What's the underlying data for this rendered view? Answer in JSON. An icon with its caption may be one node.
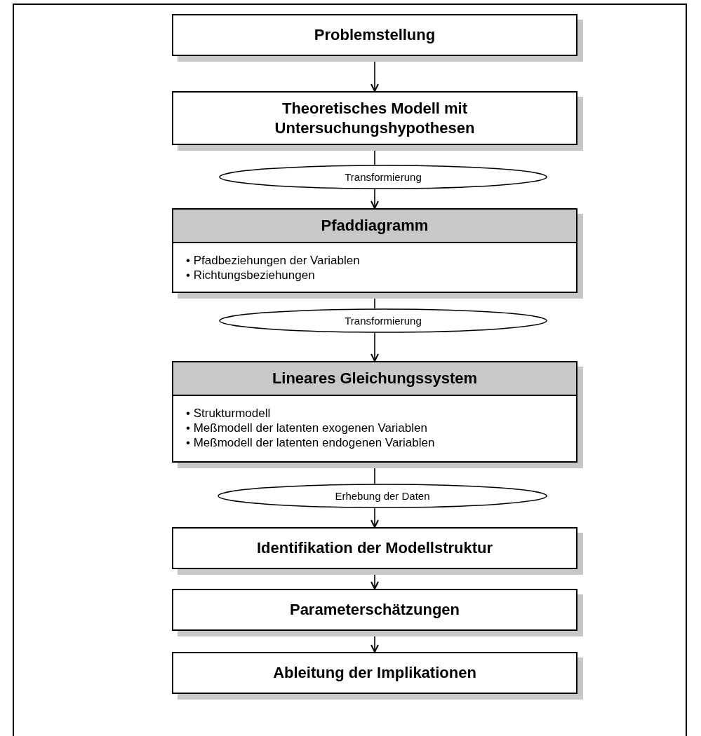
{
  "diagram": {
    "nodes": [
      {
        "text": [
          "Problemstellung"
        ]
      },
      {
        "text": [
          "Theoretisches Modell mit Untersuchungshypothesen"
        ]
      },
      {
        "text": [
          "Transformierung"
        ]
      },
      {
        "text": [
          "Pfaddiagramm",
          "• Pfadbeziehungen der Variablen",
          "• Richtungsbeziehungen"
        ]
      },
      {
        "text": [
          "Transformierung"
        ]
      },
      {
        "text": [
          "Lineares Gleichungssystem",
          "• Strukturmodell",
          "• Meßmodell der latenten exogenen Variablen",
          "• Meßmodell der latenten endogenen Variablen"
        ]
      },
      {
        "text": [
          "Erhebung der Daten"
        ]
      },
      {
        "text": [
          "Identifikation der Modellstruktur"
        ]
      },
      {
        "text": [
          "Parameterschätzungen"
        ]
      },
      {
        "text": [
          "Ableitung der Implikationen"
        ]
      }
    ],
    "edges": [
      {
        "from": 0,
        "to": 1,
        "arrow": "to"
      },
      {
        "from": 1,
        "to": 2,
        "arrow": "none"
      },
      {
        "from": 2,
        "to": 3,
        "arrow": "to"
      },
      {
        "from": 3,
        "to": 4,
        "arrow": "none"
      },
      {
        "from": 4,
        "to": 5,
        "arrow": "to"
      },
      {
        "from": 5,
        "to": 6,
        "arrow": "none"
      },
      {
        "from": 6,
        "to": 7,
        "arrow": "to"
      },
      {
        "from": 7,
        "to": 8,
        "arrow": "to"
      },
      {
        "from": 8,
        "to": 9,
        "arrow": "to"
      }
    ]
  }
}
